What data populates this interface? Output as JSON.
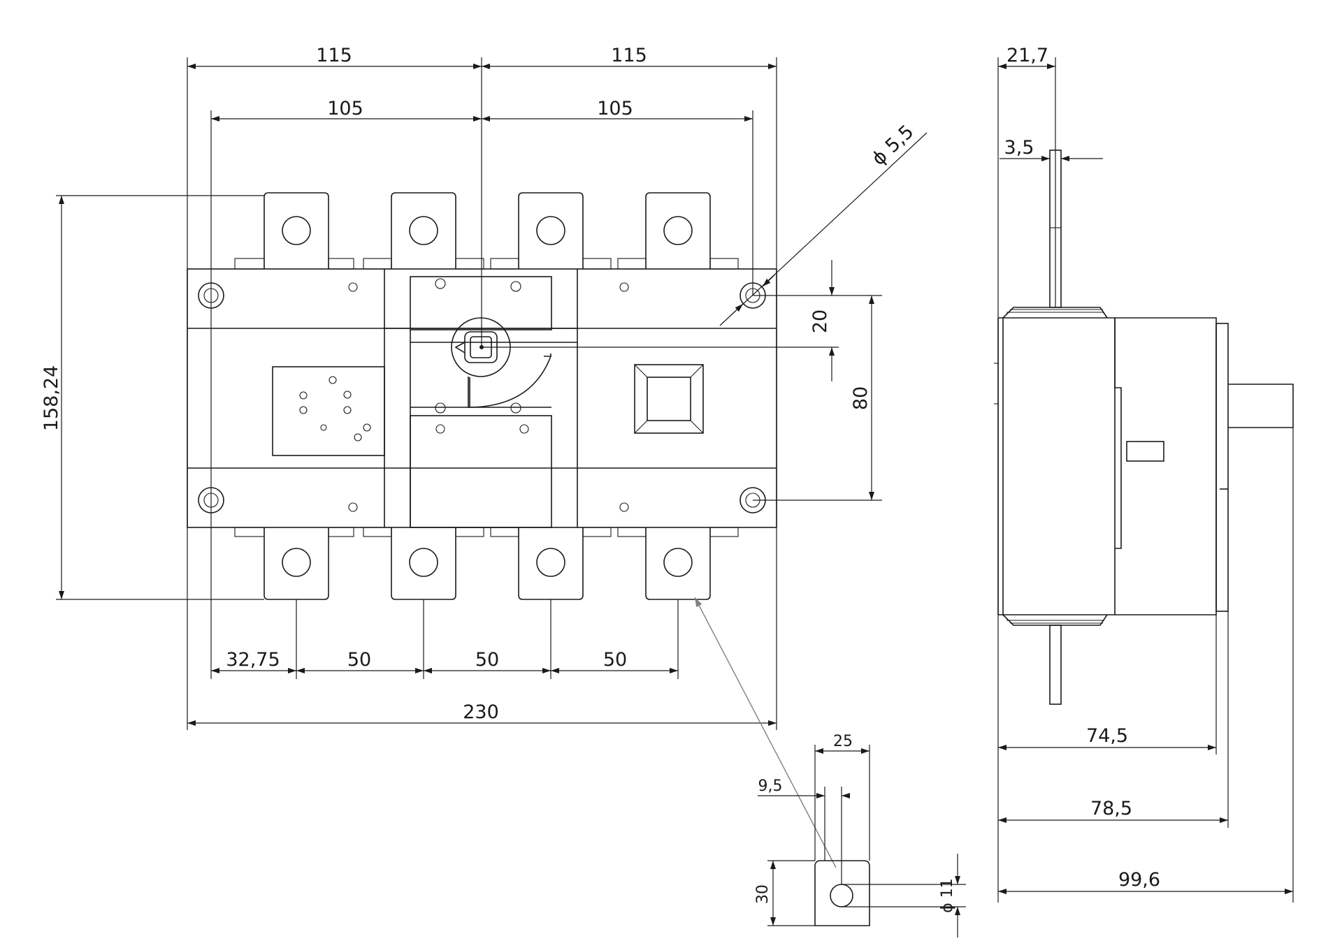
{
  "dimensions": {
    "top_left_115": "115",
    "top_right_115": "115",
    "top_left_105": "105",
    "top_right_105": "105",
    "hole_diameter": "ϕ 5,5",
    "height_158": "158,24",
    "vertical_20": "20",
    "vertical_80": "80",
    "bottom_32_75": "32,75",
    "bottom_50_a": "50",
    "bottom_50_b": "50",
    "bottom_50_c": "50",
    "bottom_230": "230",
    "side_21_7": "21,7",
    "side_3_5": "3,5",
    "side_74_5": "74,5",
    "side_78_5": "78,5",
    "side_99_6": "99,6",
    "detail_25": "25",
    "detail_9_5": "9,5",
    "detail_30": "30",
    "detail_11": "ϕ 11"
  }
}
